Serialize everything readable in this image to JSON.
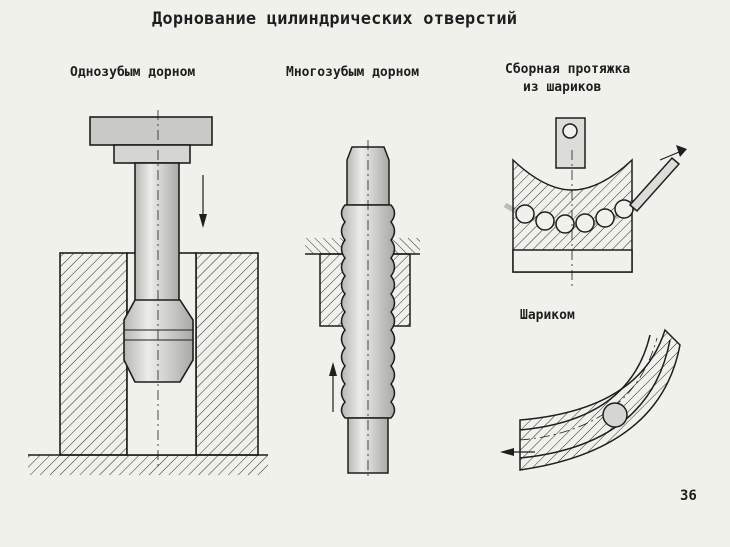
{
  "title": "Дорнование цилиндрических отверстий",
  "captions": {
    "single_tooth": "Однозубым дорном",
    "multi_tooth": "Многозубым дорном",
    "assembled_broach_line1": "Сборная протяжка",
    "assembled_broach_line2": "из шариков",
    "ball": "Шариком"
  },
  "page_number": "36",
  "colors": {
    "ink": "#1e1e1e",
    "paper": "#f1f1ec",
    "tool": "#cfd0cd"
  }
}
